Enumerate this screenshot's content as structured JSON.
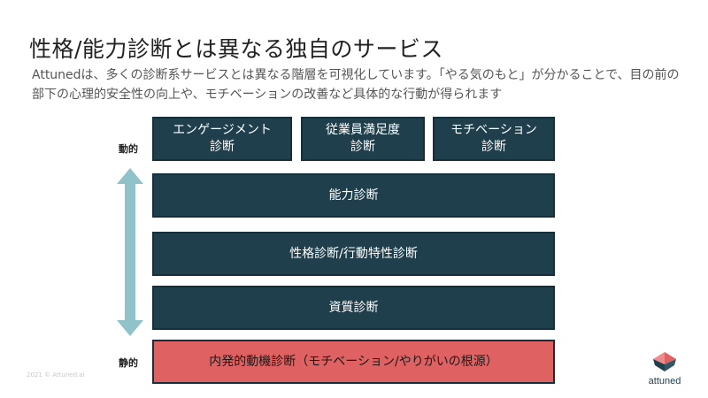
{
  "title": "性格/能力診断とは異なる独自のサービス",
  "subtitle": "Attunedは、多くの診断系サービスとは異なる階層を可視化しています。「やる気のもと」が分かることで、目の前の部下の心理的安全性の向上や、モチベーションの改善など具体的な行動が得られます",
  "axis": {
    "top_label": "動的",
    "bottom_label": "静的"
  },
  "top_boxes": [
    "エンゲージメント\n診断",
    "従業員満足度\n診断",
    "モチベーション\n診断"
  ],
  "layers": [
    "能力診断",
    "性格診断/行動特性診断",
    "資質診断"
  ],
  "bottom_box": "内発的動機診断（モチベーション/やりがいの根源）",
  "copyright": "2021 © Attuned.ai",
  "logo_text": "attuned",
  "colors": {
    "dark_box": "#1f3f4c",
    "accent_box": "#e06161",
    "arrow": "#8fc3c9"
  }
}
